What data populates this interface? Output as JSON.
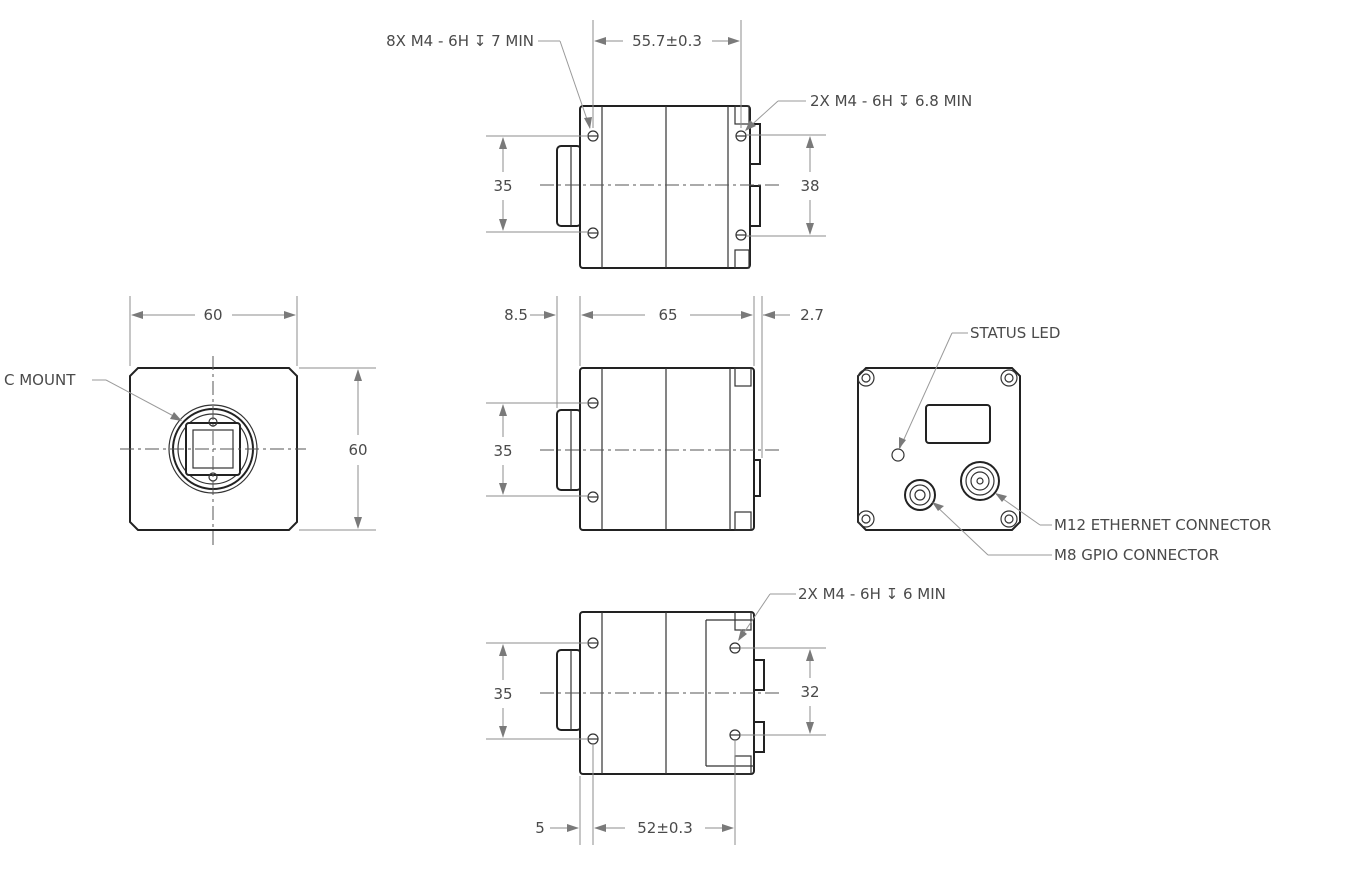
{
  "top_view": {
    "callout_mounting_holes": "8X M4 - 6H ↧ 7 MIN",
    "callout_rear_holes": "2X M4 - 6H ↧ 6.8 MIN",
    "dim_length": "55.7±0.3",
    "dim_hole_spacing_front": "35",
    "dim_hole_spacing_rear": "38"
  },
  "front_view": {
    "dim_width": "60",
    "dim_height": "60",
    "callout_mount": "C MOUNT"
  },
  "side_view": {
    "dim_lens_offset": "8.5",
    "dim_body_length": "65",
    "dim_rear_offset": "2.7",
    "dim_hole_spacing": "35"
  },
  "rear_view": {
    "callout_led": "STATUS LED",
    "callout_ethernet": "M12 ETHERNET CONNECTOR",
    "callout_gpio": "M8 GPIO CONNECTOR"
  },
  "bottom_view": {
    "callout_holes": "2X M4 - 6H ↧ 6 MIN",
    "dim_hole_spacing_front": "35",
    "dim_hole_spacing_rear": "32",
    "dim_front_offset": "5",
    "dim_hole_distance": "52±0.3"
  }
}
